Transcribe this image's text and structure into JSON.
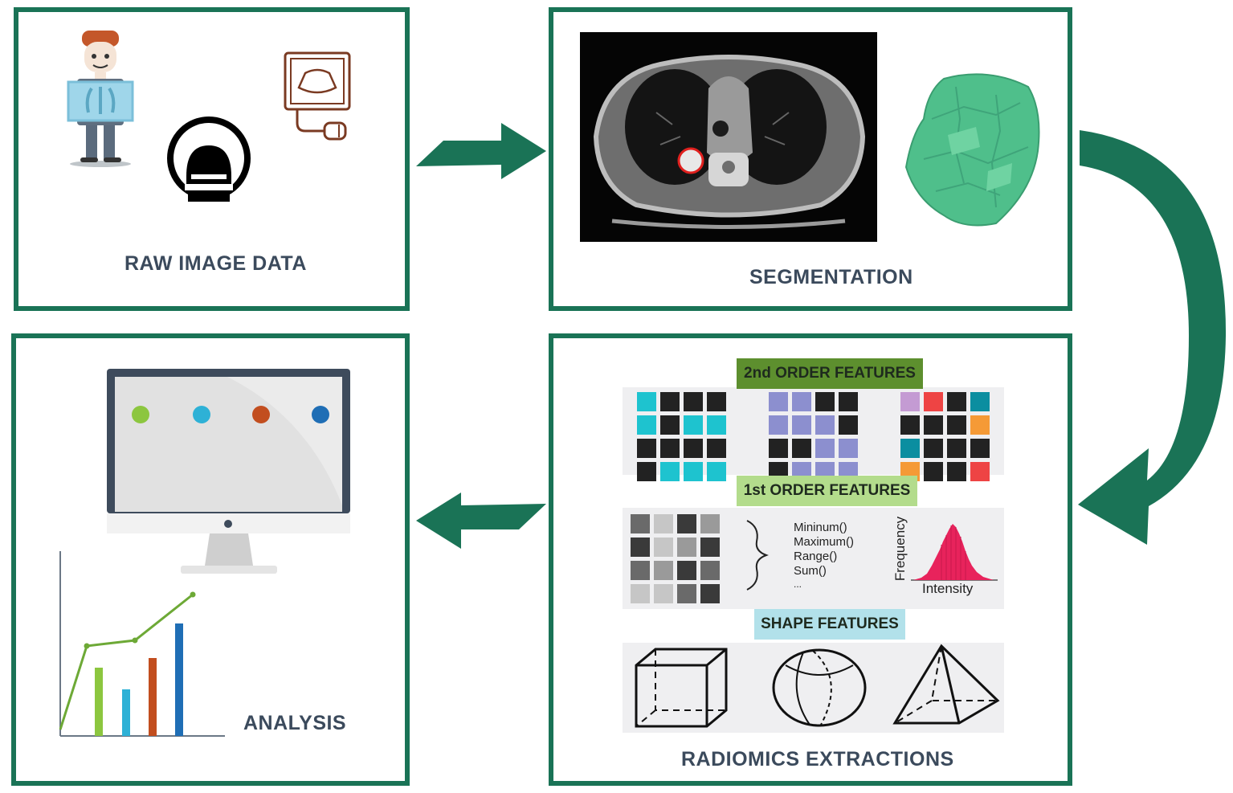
{
  "panels": {
    "raw": {
      "title": "RAW IMAGE DATA"
    },
    "segmentation": {
      "title": "SEGMENTATION"
    },
    "radiomics": {
      "title": "RADIOMICS EXTRACTIONS"
    },
    "analysis": {
      "title": "ANALYSIS"
    }
  },
  "features": {
    "second_order": "2nd ORDER FEATURES",
    "first_order": "1st ORDER FEATURES",
    "shape": "SHAPE FEATURES",
    "stats": [
      "Mininum()",
      "Maximum()",
      "Range()",
      "Sum()",
      "..."
    ],
    "hist_xlabel": "Intensity",
    "hist_ylabel": "Frequency"
  },
  "colors": {
    "border": "#1a7356",
    "arrow": "#1a7356",
    "title_text": "#3b4a5c",
    "second_order_band": "#5d8f2e",
    "first_order_band": "#b3dc8c",
    "shape_band": "#b2e1ea",
    "tumor_mesh": "#4fbf8b",
    "histogram": "#e8235c"
  },
  "icons": [
    "xray-person-icon",
    "mri-scanner-icon",
    "ultrasound-icon",
    "ct-scan-image",
    "tumor-3d-mesh",
    "monitor-icon",
    "analysis-chart-icon",
    "cube-icon",
    "sphere-icon",
    "pyramid-icon"
  ]
}
